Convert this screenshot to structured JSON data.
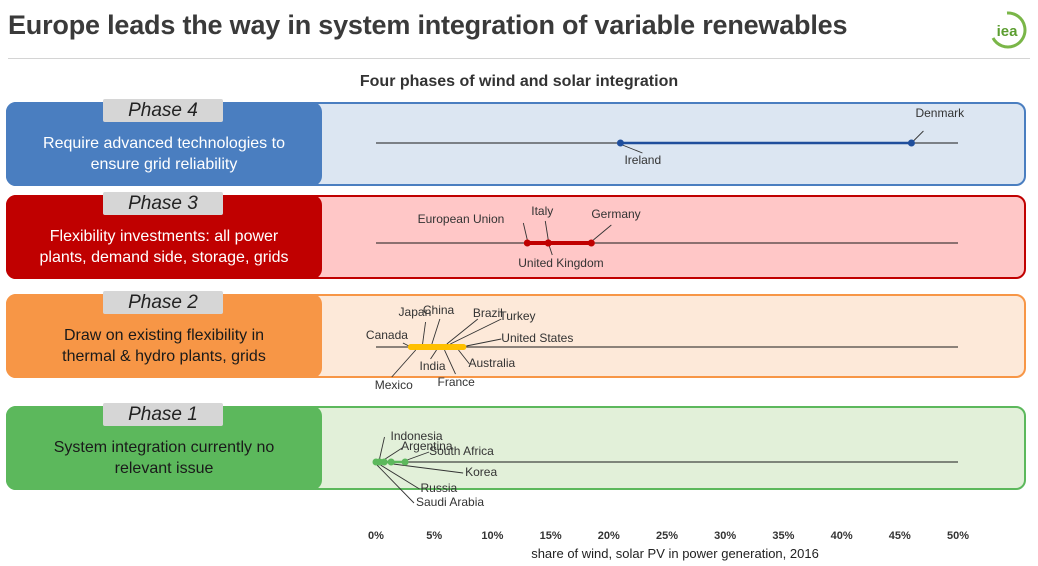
{
  "header": {
    "title": "Europe leads the way in system integration of variable renewables",
    "logo_text": "iea",
    "subtitle": "Four phases of wind and solar integration"
  },
  "colors": {
    "phase4": "#4a7ec0",
    "phase4_bg": "#dce6f2",
    "phase3": "#c00000",
    "phase3_bg": "#ffc7c7",
    "phase2": "#f79646",
    "phase2_bg": "#fde9d9",
    "phase1": "#5cb85c",
    "phase1_bg": "#e2f0d9"
  },
  "phases": [
    {
      "tag": "Phase 4",
      "description": [
        "Require advanced technologies to",
        "ensure grid reliability"
      ]
    },
    {
      "tag": "Phase 3",
      "description": [
        "Flexibility investments: all power",
        "plants, demand side, storage, grids"
      ]
    },
    {
      "tag": "Phase 2",
      "description": [
        "Draw on existing flexibility in",
        "thermal & hydro plants, grids"
      ]
    },
    {
      "tag": "Phase 1",
      "description": [
        "System integration currently no",
        "relevant issue"
      ]
    }
  ],
  "chart_data": {
    "type": "scatter",
    "xlabel": "share of wind, solar PV in power generation, 2016",
    "xlim": [
      0,
      50
    ],
    "x_ticks": [
      0,
      5,
      10,
      15,
      20,
      25,
      30,
      35,
      40,
      45,
      50
    ],
    "tick_labels": [
      "0%",
      "5%",
      "10%",
      "15%",
      "20%",
      "25%",
      "30%",
      "35%",
      "40%",
      "45%",
      "50%"
    ],
    "series": [
      {
        "phase": "Phase 4",
        "color": "#1f4e9c",
        "range": [
          21,
          46
        ],
        "points": [
          {
            "label": "Ireland",
            "x": 21
          },
          {
            "label": "Denmark",
            "x": 46
          }
        ]
      },
      {
        "phase": "Phase 3",
        "color": "#c00000",
        "range": [
          13,
          18.5
        ],
        "points": [
          {
            "label": "European Union",
            "x": 13
          },
          {
            "label": "United Kingdom",
            "x": 14.8
          },
          {
            "label": "Italy",
            "x": 14.8
          },
          {
            "label": "Germany",
            "x": 18.5
          }
        ]
      },
      {
        "phase": "Phase 2",
        "color": "#ffc000",
        "range": [
          3,
          7.5
        ],
        "points": [
          {
            "label": "Canada",
            "x": 3
          },
          {
            "label": "Mexico",
            "x": 3.5
          },
          {
            "label": "Japan",
            "x": 4
          },
          {
            "label": "China",
            "x": 4.8
          },
          {
            "label": "India",
            "x": 5.2
          },
          {
            "label": "France",
            "x": 5.8
          },
          {
            "label": "Brazil",
            "x": 6
          },
          {
            "label": "Turkey",
            "x": 6.3
          },
          {
            "label": "Australia",
            "x": 7
          },
          {
            "label": "United States",
            "x": 7.5
          }
        ]
      },
      {
        "phase": "Phase 1",
        "color": "#5cb85c",
        "range": [
          0,
          2.5
        ],
        "points": [
          {
            "label": "Saudi Arabia",
            "x": 0
          },
          {
            "label": "Indonesia",
            "x": 0.3
          },
          {
            "label": "Russia",
            "x": 0.3
          },
          {
            "label": "Argentina",
            "x": 0.7
          },
          {
            "label": "Korea",
            "x": 1.3
          },
          {
            "label": "South Africa",
            "x": 2.5
          }
        ]
      }
    ]
  }
}
